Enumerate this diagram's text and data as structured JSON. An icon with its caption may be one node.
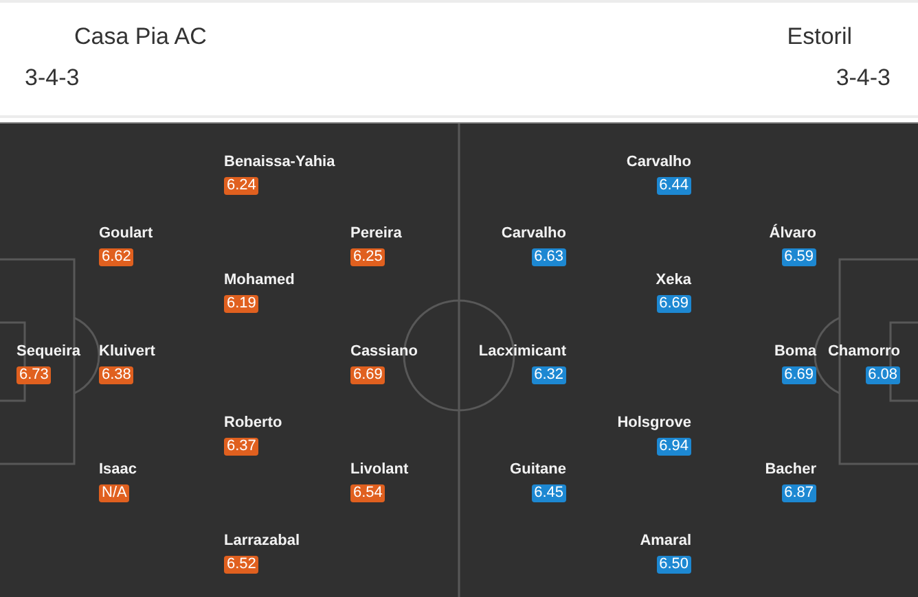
{
  "diagram": {
    "nodes": [
      {
        "text": [
          "6.73"
        ],
        "beside": [
          "Sequeira"
        ]
      },
      {
        "text": [
          "6.62"
        ],
        "beside": [
          "Goulart"
        ]
      },
      {
        "text": [
          "6.38"
        ],
        "beside": [
          "Kluivert"
        ]
      },
      {
        "text": [
          "N/A"
        ],
        "beside": [
          "Isaac"
        ]
      },
      {
        "text": [
          "6.24"
        ],
        "beside": [
          "Benaissa-Yahia"
        ]
      },
      {
        "text": [
          "6.19"
        ],
        "beside": [
          "Mohamed"
        ]
      },
      {
        "text": [
          "6.37"
        ],
        "beside": [
          "Roberto"
        ]
      },
      {
        "text": [
          "6.52"
        ],
        "beside": [
          "Larrazabal"
        ]
      },
      {
        "text": [
          "6.25"
        ],
        "beside": [
          "Pereira"
        ]
      },
      {
        "text": [
          "6.69"
        ],
        "beside": [
          "Cassiano"
        ]
      },
      {
        "text": [
          "6.54"
        ],
        "beside": [
          "Livolant"
        ]
      },
      {
        "text": [
          "6.08"
        ],
        "beside": [
          "Chamorro"
        ]
      },
      {
        "text": [
          "6.59"
        ],
        "beside": [
          "Álvaro"
        ]
      },
      {
        "text": [
          "6.69"
        ],
        "beside": [
          "Boma"
        ]
      },
      {
        "text": [
          "6.87"
        ],
        "beside": [
          "Bacher"
        ]
      },
      {
        "text": [
          "6.44"
        ],
        "beside": [
          "Carvalho"
        ]
      },
      {
        "text": [
          "6.69"
        ],
        "beside": [
          "Xeka"
        ]
      },
      {
        "text": [
          "6.94"
        ],
        "beside": [
          "Holsgrove"
        ]
      },
      {
        "text": [
          "6.50"
        ],
        "beside": [
          "Amaral"
        ]
      },
      {
        "text": [
          "6.63"
        ],
        "beside": [
          "Carvalho"
        ]
      },
      {
        "text": [
          "6.32"
        ],
        "beside": [
          "Lacximicant"
        ]
      },
      {
        "text": [
          "6.45"
        ],
        "beside": [
          "Guitane"
        ]
      }
    ],
    "labels": [
      "Casa Pia AC",
      "3-4-3",
      "Estoril",
      "3-4-3"
    ]
  }
}
